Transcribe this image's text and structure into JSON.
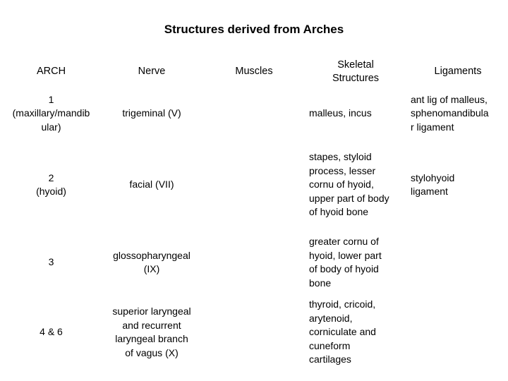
{
  "title": "Structures derived from Arches",
  "headers": {
    "arch": "ARCH",
    "nerve": "Nerve",
    "muscles": "Muscles",
    "skeletal": "Skeletal\nStructures",
    "ligaments": "Ligaments"
  },
  "rows": [
    {
      "arch": "1\n(maxillary/mandib\nular)",
      "nerve": "trigeminal (V)",
      "muscles": "",
      "skeletal": "malleus, incus",
      "ligaments": "ant lig of malleus,\nsphenomandibula\nr ligament"
    },
    {
      "arch": "2\n(hyoid)",
      "nerve": "facial (VII)",
      "muscles": "",
      "skeletal": "stapes, styloid\nprocess, lesser\ncornu of hyoid,\nupper part of body\nof hyoid bone",
      "ligaments": "stylohyoid\nligament"
    },
    {
      "arch": "3",
      "nerve": "glossopharyngeal\n(IX)",
      "muscles": "",
      "skeletal": "greater cornu of\nhyoid, lower part\nof body of hyoid\nbone",
      "ligaments": ""
    },
    {
      "arch": "4 & 6",
      "nerve": "superior laryngeal\nand recurrent\nlaryngeal branch\nof vagus (X)",
      "muscles": "",
      "skeletal": "thyroid, cricoid,\narytenoid,\ncorniculate and\ncuneform\ncartilages",
      "ligaments": ""
    }
  ]
}
